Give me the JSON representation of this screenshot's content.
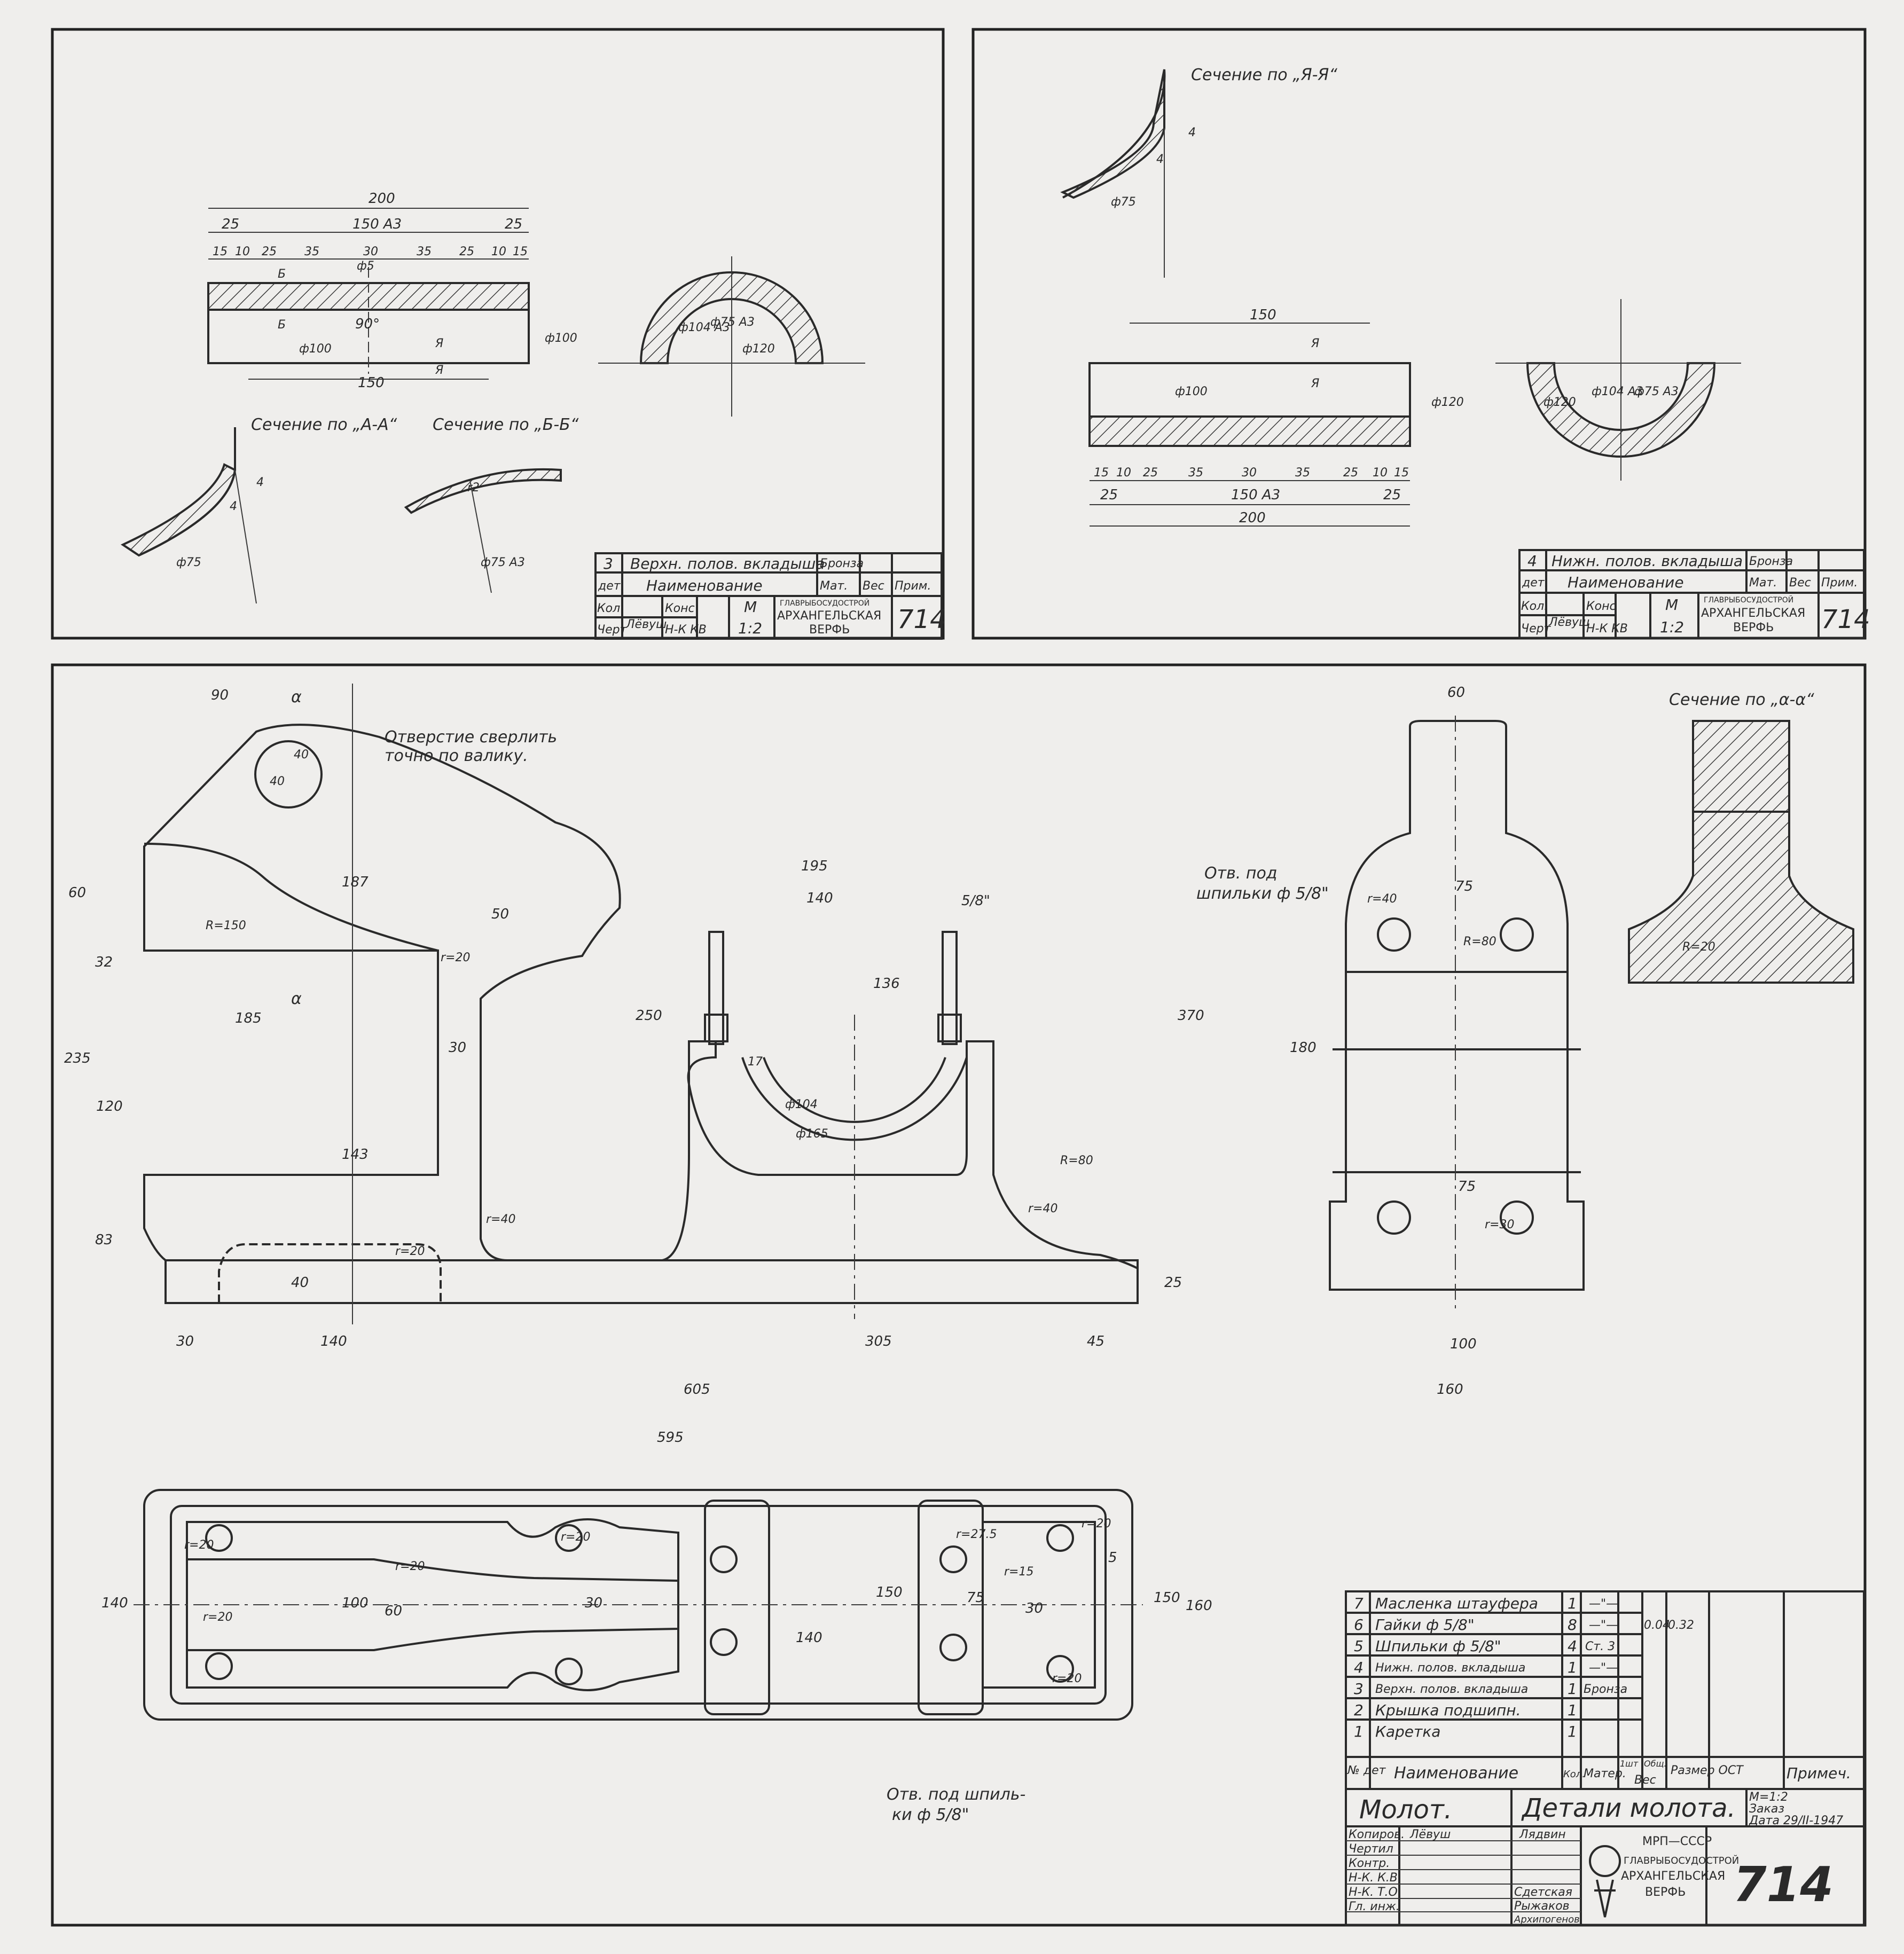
{
  "sheet": {
    "drawing_number": "714",
    "org_top": "ГЛАВРЫБОСУДОСТРОЙ",
    "org_main": "АРХАНГЕЛЬСКАЯ",
    "org_sub": "ВЕРФЬ",
    "ministry": "МРП—СССР"
  },
  "panel1": {
    "dims": [
      "200",
      "25",
      "150 А3",
      "25",
      "15",
      "10",
      "25",
      "35",
      "30",
      "35",
      "25",
      "10",
      "15",
      "ф5",
      "90°",
      "ф100",
      "ф100",
      "150",
      "ф104 А3",
      "ф75 А3",
      "ф120",
      "Б",
      "Б",
      "Я",
      "Я",
      "4",
      "4",
      "ф75",
      "ф75 А3",
      "r2"
    ],
    "section_aa": "Сечение по „А-А“",
    "section_bb": "Сечение по „Б-Б“",
    "title_block": {
      "pos": "3",
      "part_name": "Верхн. полов. вкладыша",
      "material": "Бронза",
      "hdr_det": "дет.",
      "hdr_name": "Наименование",
      "hdr_mat": "Мат.",
      "hdr_wt": "Вес",
      "hdr_note": "Прим.",
      "kol": "Кол",
      "chert": "Черт",
      "kons": "Конс",
      "nk_kv": "Н-К КВ",
      "scale_m": "M",
      "scale": "1:2",
      "sig": "Лёвуш"
    }
  },
  "panel2": {
    "section_aa": "Сечение по „Я-Я“",
    "dims": [
      "4",
      "4",
      "ф75",
      "150",
      "Я",
      "Я",
      "ф100",
      "ф120",
      "15",
      "10",
      "25",
      "35",
      "30",
      "35",
      "25",
      "10",
      "15",
      "25",
      "150 А3",
      "25",
      "200",
      "ф120",
      "ф104 А3",
      "ф75 А3"
    ],
    "title_block": {
      "pos": "4",
      "part_name": "Нижн. полов. вкладыша",
      "material": "Бронза",
      "hdr_det": "дет.",
      "hdr_name": "Наименование",
      "hdr_mat": "Мат.",
      "hdr_wt": "Вес",
      "hdr_note": "Прим.",
      "kol": "Кол.",
      "chert": "Черт",
      "kons": "Конс",
      "nk_kv": "Н-К КВ",
      "scale_m": "M",
      "scale": "1:2",
      "sig": "Лёвуш"
    }
  },
  "panel3": {
    "note_drill_1": "Отверстие сверлить",
    "note_drill_2": "точно по валику.",
    "note_holes_side_1": "Отв. под",
    "note_holes_side_2": "шпильки ф 5/8\"",
    "note_holes_plan_1": "Отв. под шпиль-",
    "note_holes_plan_2": "ки ф 5/8\"",
    "section_alpha": "Сечение по „α-α“",
    "section_mark": "α",
    "front_dims": [
      "90",
      "40",
      "40",
      "60",
      "32",
      "187",
      "R=150",
      "50",
      "r=20",
      "185",
      "250",
      "30",
      "235",
      "120",
      "143",
      "83",
      "40",
      "r=40",
      "r=20",
      "30",
      "140",
      "305",
      "45",
      "605",
      "25",
      "195",
      "140",
      "5/8\"",
      "136",
      "17",
      "ф104",
      "ф165",
      "R=80",
      "r=40"
    ],
    "side_dims": [
      "60",
      "75",
      "R=80",
      "r=40",
      "370",
      "180",
      "75",
      "r=30",
      "100",
      "160",
      "R=20"
    ],
    "plan_dims": [
      "595",
      "140",
      "r=20",
      "r=20",
      "r=20",
      "100",
      "60",
      "30",
      "r=20",
      "150",
      "140",
      "r=27.5",
      "75",
      "r=15",
      "30",
      "r=20",
      "r=20",
      "5",
      "150",
      "160"
    ]
  },
  "bom": {
    "headers": {
      "pos": "№ дет",
      "name": "Наименование",
      "qty": "Кол.",
      "mat": "Матер.",
      "wt_1": "1шт",
      "wt_t": "Общ.",
      "wt": "Вес",
      "size": "Размер ОСТ",
      "note": "Примеч."
    },
    "rows": [
      {
        "pos": "7",
        "name": "Масленка штауфера",
        "qty": "1",
        "mat": "—\"—",
        "w1": "",
        "w2": ""
      },
      {
        "pos": "6",
        "name": "Гайки ф 5/8\"",
        "qty": "8",
        "mat": "—\"—",
        "w1": "0.04",
        "w2": "0.32"
      },
      {
        "pos": "5",
        "name": "Шпильки ф 5/8\"",
        "qty": "4",
        "mat": "Ст. 3",
        "w1": "",
        "w2": ""
      },
      {
        "pos": "4",
        "name": "Нижн. полов. вкладыша",
        "qty": "1",
        "mat": "—\"—",
        "w1": "",
        "w2": ""
      },
      {
        "pos": "3",
        "name": "Верхн. полов. вкладыша",
        "qty": "1",
        "mat": "Бронза",
        "w1": "",
        "w2": ""
      },
      {
        "pos": "2",
        "name": "Крышка подшипн.",
        "qty": "1",
        "mat": "",
        "w1": "",
        "w2": ""
      },
      {
        "pos": "1",
        "name": "Каретка",
        "qty": "1",
        "mat": "",
        "w1": "",
        "w2": ""
      }
    ]
  },
  "main_title": {
    "product": "Молот.",
    "title": "Детали молота.",
    "scale": "М=1:2",
    "order": "Заказ",
    "date": "Дата 29/II-1947",
    "roles": [
      "Копиров.",
      "Чертил",
      "Контр.",
      "Н-К. К.В.",
      "Н-К. Т.О.",
      "Гл. инж."
    ],
    "names": [
      "Сдетская",
      "Рыжаков",
      "Архипогенов"
    ],
    "sig_copy": "Лёвуш",
    "sig_draw": "Лядвин"
  }
}
